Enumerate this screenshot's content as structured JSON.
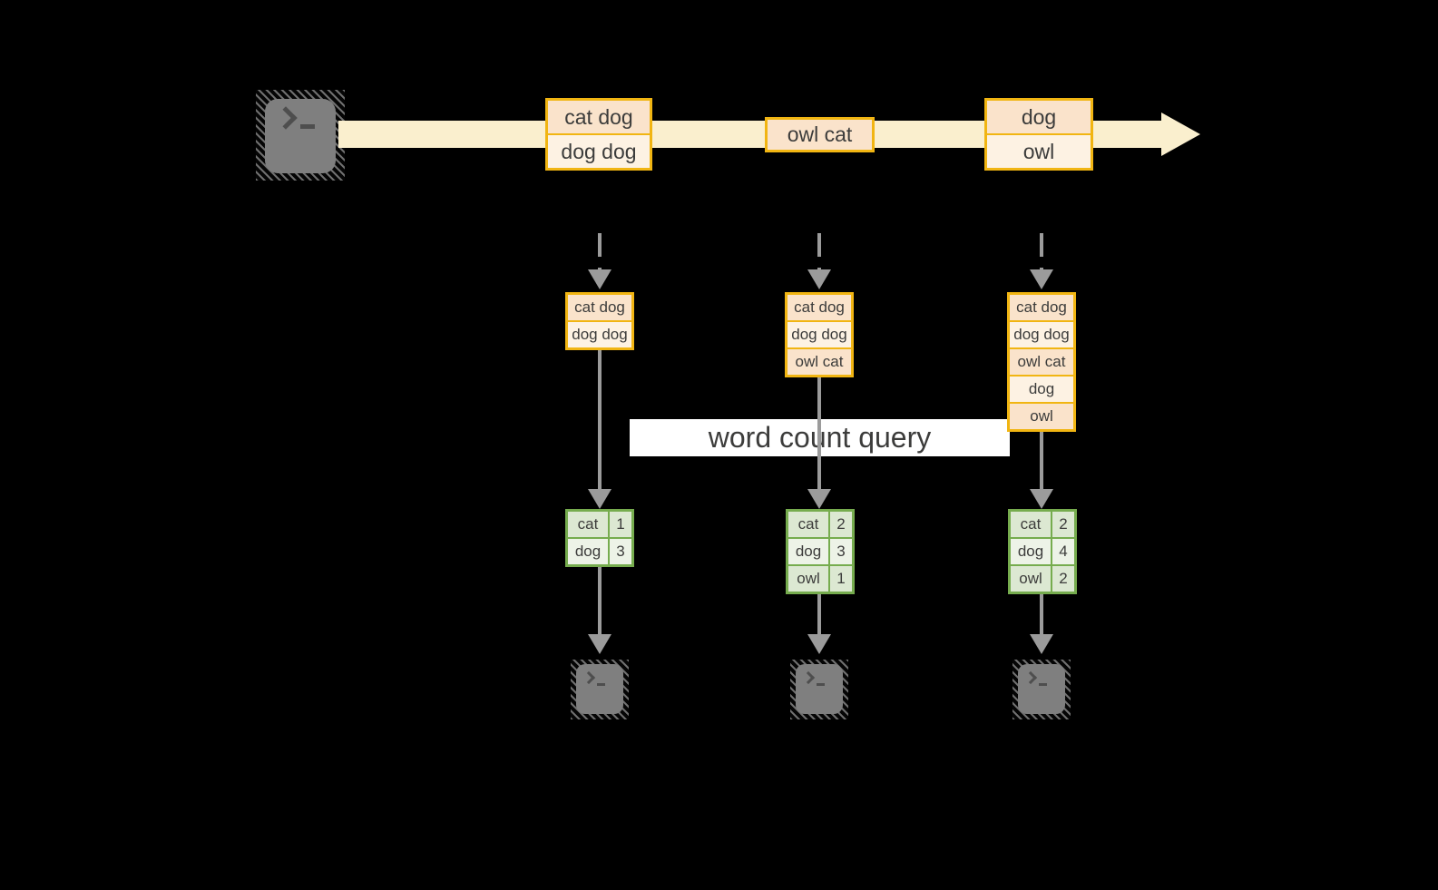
{
  "stream": {
    "source_icon": "terminal-icon",
    "events": [
      {
        "lines": [
          "cat dog",
          "dog dog"
        ]
      },
      {
        "lines": [
          "owl cat"
        ]
      },
      {
        "lines": [
          "dog",
          "owl"
        ]
      }
    ]
  },
  "states": [
    {
      "lines": [
        "cat dog",
        "dog dog"
      ]
    },
    {
      "lines": [
        "cat dog",
        "dog dog",
        "owl cat"
      ]
    },
    {
      "lines": [
        "cat dog",
        "dog dog",
        "owl cat",
        "dog",
        "owl"
      ]
    }
  ],
  "query": {
    "label": "word count query"
  },
  "counts": [
    {
      "rows": [
        {
          "word": "cat",
          "count": "1"
        },
        {
          "word": "dog",
          "count": "3"
        }
      ]
    },
    {
      "rows": [
        {
          "word": "cat",
          "count": "2"
        },
        {
          "word": "dog",
          "count": "3"
        },
        {
          "word": "owl",
          "count": "1"
        }
      ]
    },
    {
      "rows": [
        {
          "word": "cat",
          "count": "2"
        },
        {
          "word": "dog",
          "count": "4"
        },
        {
          "word": "owl",
          "count": "2"
        }
      ]
    }
  ],
  "sinks": [
    {
      "icon": "terminal-icon"
    },
    {
      "icon": "terminal-icon"
    },
    {
      "icon": "terminal-icon"
    }
  ],
  "colors": {
    "background": "#000000",
    "stream_band": "#faefce",
    "box_border": "#f1b512",
    "box_fill_dark": "#fae3cb",
    "box_fill_light": "#fdf2e3",
    "table_border": "#76ac4e",
    "table_fill_dark": "#dce8d2",
    "table_fill_light": "#edf3e7",
    "arrow_gray": "#9b9b9b",
    "terminal_gray": "#7f7f7f",
    "label_bg": "#ffffff",
    "text": "#3c3c3b"
  }
}
